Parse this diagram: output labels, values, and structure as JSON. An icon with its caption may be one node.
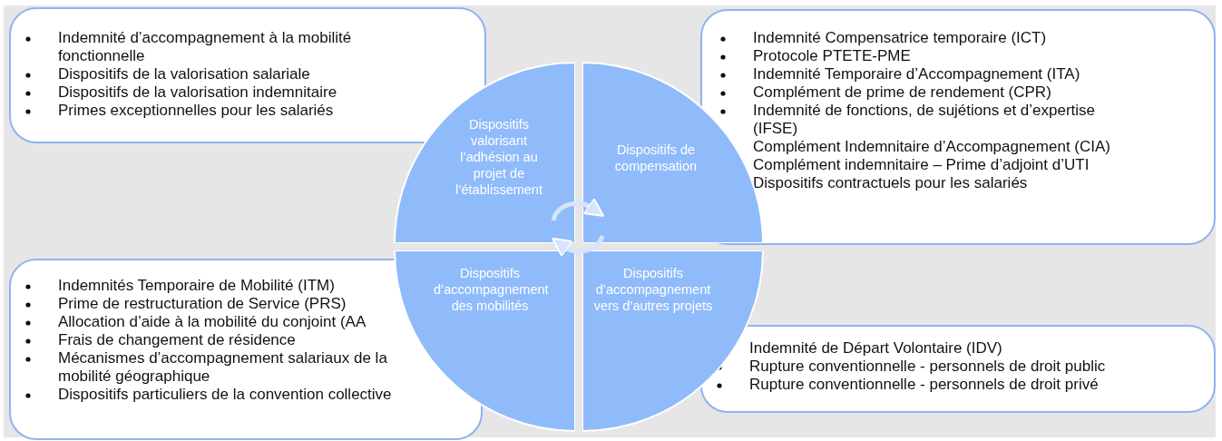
{
  "diagram": {
    "nodes": [
      {
        "text": [
          "Indemnité d’accompagnement à la mobilité fonctionnelle",
          "Dispositifs de la valorisation salariale",
          "Dispositifs de la valorisation indemnitaire",
          "Primes exceptionnelles pour les salariés"
        ]
      },
      {
        "text": [
          "Indemnité Compensatrice temporaire (ICT)",
          "Protocole PTETE-PME",
          "Indemnité Temporaire d’Accompagnement (ITA)",
          "Complément de prime de rendement (CPR)",
          "Indemnité de fonctions, de sujétions et d’expertise (IFSE)",
          "Complément Indemnitaire d’Accompagnement (CIA)",
          "Complément indemnitaire – Prime d’adjoint d’UTI",
          "Dispositifs contractuels pour les salariés"
        ]
      },
      {
        "text": [
          "Dispositifs valorisant l’adhésion au projet de l’établissement"
        ]
      },
      {
        "text": [
          "Dispositifs de compensation"
        ]
      },
      {
        "text": [
          "Dispositifs d’accompagnement des mobilités"
        ]
      },
      {
        "text": [
          "Dispositifs d’accompagnement vers d’autres projets"
        ]
      },
      {
        "text": [
          "Indemnités Temporaire de Mobilité (ITM)",
          "Prime de restructuration de Service (PRS)",
          "Allocation d’aide à la mobilité du conjoint (AA",
          "Frais de changement de résidence",
          "Mécanismes d’accompagnement salariaux de la mobilité géographique",
          "Dispositifs particuliers  de la convention collective"
        ]
      },
      {
        "text": [
          "Indemnité de Départ Volontaire (IDV)",
          "Rupture conventionnelle - personnels de droit public",
          "Rupture conventionnelle - personnels de droit privé"
        ]
      }
    ],
    "edges": [
      {
        "from": 2,
        "to": 3,
        "arrow": "to"
      },
      {
        "from": 5,
        "to": 4,
        "arrow": "to"
      }
    ]
  }
}
